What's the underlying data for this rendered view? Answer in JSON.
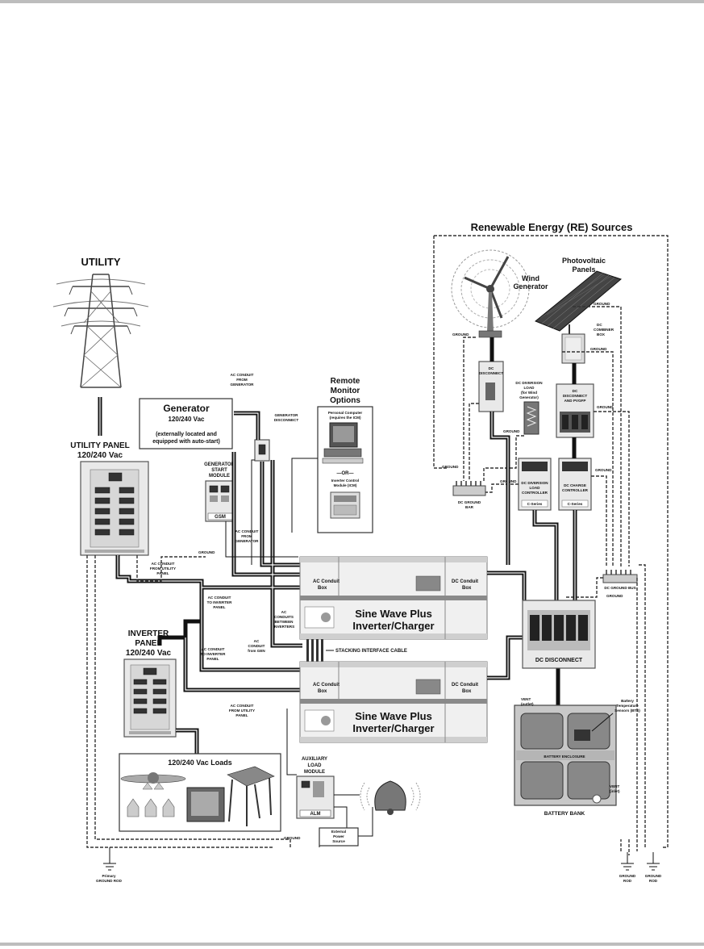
{
  "labels": {
    "re_sources": "Renewable Energy (RE) Sources",
    "utility": "UTILITY",
    "utility_panel_1": "UTILITY PANEL",
    "utility_panel_2": "120/240 Vac",
    "wind_1": "Wind",
    "wind_2": "Generator",
    "pv_1": "Photovoltaic",
    "pv_2": "Panels",
    "generator_title": "Generator",
    "generator_volt": "120/240 Vac",
    "generator_note_1": "(externally located and",
    "generator_note_2": "equipped with auto-start)",
    "gsm_1": "GENERATOR",
    "gsm_2": "START",
    "gsm_3": "MODULE",
    "gsm_tag": "GSM",
    "gen_disc_1": "GENERATOR",
    "gen_disc_2": "DISCONNECT",
    "rmo_1": "Remote",
    "rmo_2": "Monitor",
    "rmo_3": "Options",
    "pc_1": "Personal Computer",
    "pc_2": "(requires the ICM)",
    "or": "—OR—",
    "icm_1": "Inverter Control",
    "icm_2": "Module (ICM)",
    "ac_conduit_box": "AC Conduit",
    "box_word": "Box",
    "dc_conduit_box": "DC Conduit",
    "inverter_1": "Sine Wave Plus",
    "inverter_2": "Inverter/Charger",
    "stacking": "STACKING INTERFACE CABLE",
    "dc_disconnect_big": "DC DISCONNECT",
    "inverter_panel_1": "INVERTER",
    "inverter_panel_2": "PANEL",
    "inverter_panel_3": "120/240 Vac",
    "loads": "120/240 Vac Loads",
    "alm_1": "AUXILIARY",
    "alm_2": "LOAD",
    "alm_3": "MODULE",
    "alm_tag": "ALM",
    "ext_power_1": "External",
    "ext_power_2": "Power",
    "ext_power_3": "Source",
    "battery_bank": "BATTERY BANK",
    "bts_1": "Battery",
    "bts_2": "Temperature",
    "bts_3": "Sensors (BTS)",
    "battery_enclosure": "BATTERY ENCLOSURE",
    "vent_outlet_1": "VENT",
    "vent_outlet_2": "(outlet)",
    "vent_inlet_1": "VENT",
    "vent_inlet_2": "(inlet)",
    "primary_gnd_1": "Primary",
    "primary_gnd_2": "GROUND ROD",
    "ground_rod_1": "GROUND",
    "ground_rod_2": "ROD",
    "ground": "GROUND",
    "dc_ground_bar_1": "DC GROUND",
    "dc_ground_bar_2": "BAR",
    "dc_ground_bus": "DC GROUND BUS",
    "dc_combiner_1": "DC",
    "dc_combiner_2": "COMBINER",
    "dc_combiner_3": "BOX",
    "dc_disc_pvgfp_1": "DC",
    "dc_disc_pvgfp_2": "DISCONNECT",
    "dc_disc_pvgfp_3": "AND PVGFP",
    "dc_disc_small_1": "DC",
    "dc_disc_small_2": "DISCONNECT",
    "diversion_1": "DC DIVERSION",
    "diversion_2": "LOAD",
    "diversion_3": "(for Wind",
    "diversion_4": "Generator)",
    "c_series": "C-Series",
    "div_ctrl_1": "DC DIVERSION",
    "div_ctrl_2": "LOAD",
    "div_ctrl_3": "CONTROLLER",
    "chg_ctrl_1": "DC CHARGE",
    "chg_ctrl_2": "CONTROLLER",
    "ac_cond_from_gen_1": "AC CONDUIT",
    "ac_cond_from_gen_2": "FROM",
    "ac_cond_from_gen_3": "GENERATOR",
    "ac_cond_from_util_1": "AC CONDUIT",
    "ac_cond_from_util_2": "FROM UTILITY",
    "ac_cond_from_util_3": "PANEL",
    "ac_cond_to_inv_1": "AC CONDUIT",
    "ac_cond_to_inv_2": "TO INVERTER",
    "ac_cond_to_inv_3": "PANEL",
    "ac_cond_between_1": "AC",
    "ac_cond_between_2": "CONDUITS",
    "ac_cond_between_3": "BETWEEN",
    "ac_cond_between_4": "INVERTERS",
    "ac_cond_gen2_1": "AC",
    "ac_cond_gen2_2": "CONDUIT",
    "ac_cond_gen2_3": "from GEN"
  },
  "colors": {
    "cable": "#111111",
    "ground_wire": "#333333",
    "panel_fill": "#e9e9e9",
    "inverter_fill": "#f0f0f0"
  },
  "icons": [
    "transmission-tower-icon",
    "wind-turbine-icon",
    "solar-panel-icon",
    "computer-icon",
    "ceiling-fan-icon",
    "television-icon",
    "table-saw-icon",
    "alarm-bell-icon",
    "battery-icon",
    "light-bulb-icon"
  ]
}
